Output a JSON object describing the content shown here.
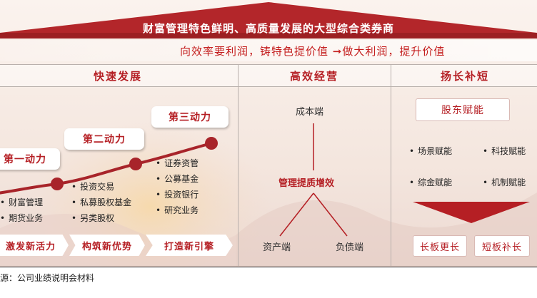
{
  "banner": {
    "title": "财富管理特色鲜明、高质量发展的大型综合类券商",
    "slogan_left": "向效率要利润，铸特色提价值",
    "slogan_arrow": "➞",
    "slogan_right": "做大利润，提升价值"
  },
  "sections": {
    "fast_growth": {
      "heading": "快速发展",
      "phases": [
        {
          "label": "第一动力",
          "items": [
            "财富管理",
            "期货业务"
          ],
          "chevron": "激发新活力"
        },
        {
          "label": "第二动力",
          "items": [
            "投资交易",
            "私募股权基金",
            "另类股权"
          ],
          "chevron": "构筑新优势"
        },
        {
          "label": "第三动力",
          "items": [
            "证券资管",
            "公募基金",
            "投资银行",
            "研究业务"
          ],
          "chevron": "打造新引擎"
        }
      ]
    },
    "efficiency": {
      "heading": "高效经营",
      "top_node": "成本端",
      "center_node": "管理提质增效",
      "left_node": "资产端",
      "right_node": "负债端"
    },
    "strengths": {
      "heading": "扬长补短",
      "box_title": "股东赋能",
      "items": [
        "场景赋能",
        "科技赋能",
        "综金赋能",
        "机制赋能"
      ],
      "left_button": "长板更长",
      "right_button": "短板补长"
    }
  },
  "footer": {
    "source": "源：公司业绩说明会材料"
  },
  "colors": {
    "brand_red": "#b51f24",
    "roof_red": "#b3262a",
    "curve_red": "#a8242a"
  }
}
